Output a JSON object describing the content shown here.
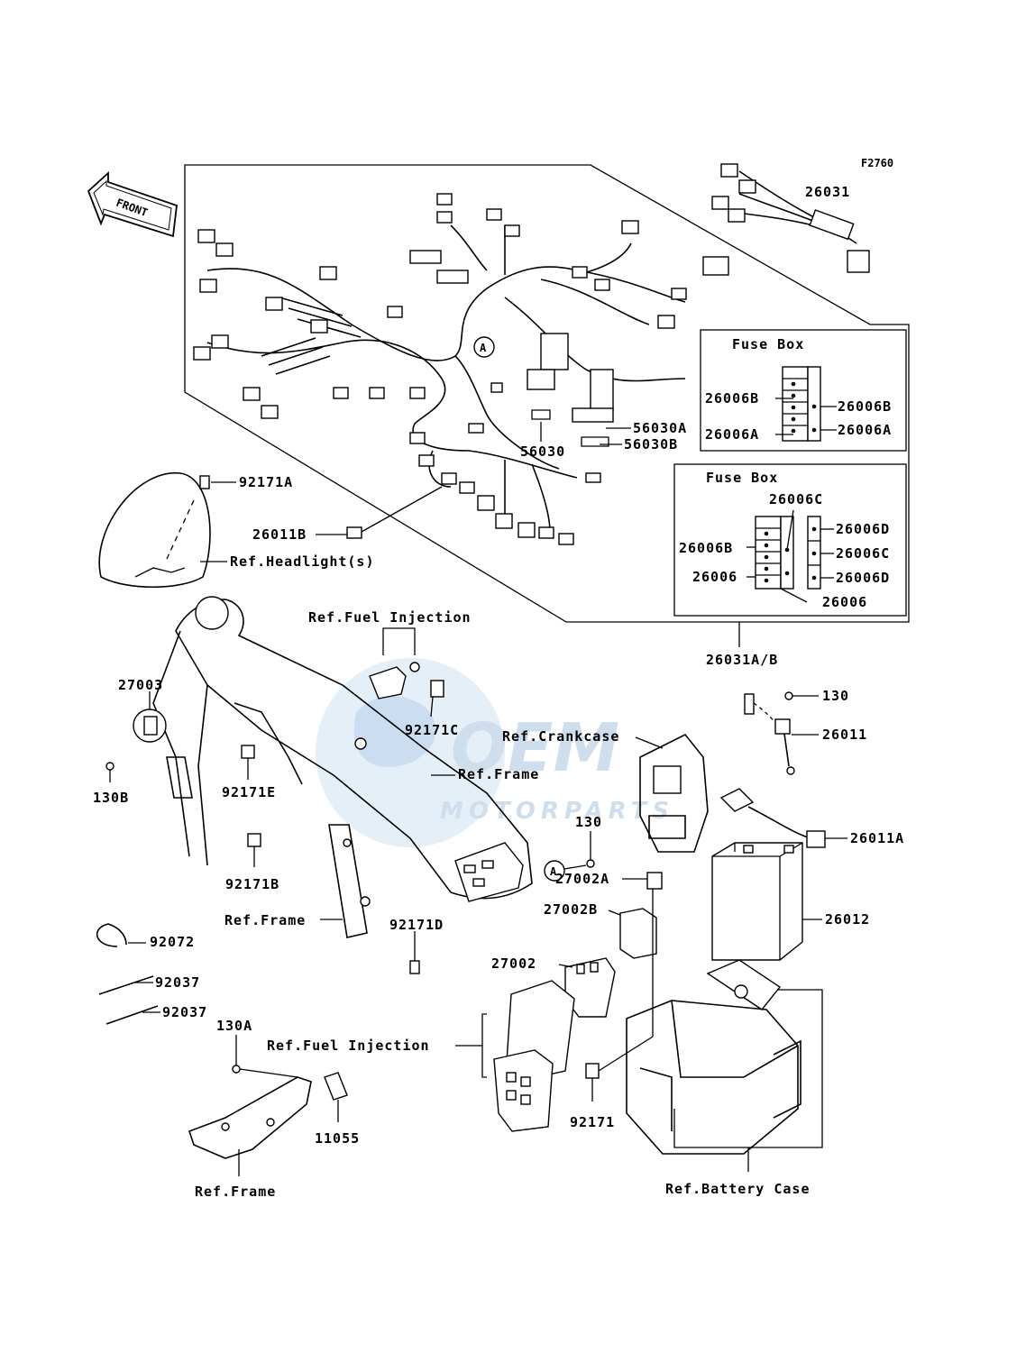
{
  "figure_code": "F2760",
  "front_label": "FRONT",
  "fuse_box_1": {
    "title": "Fuse Box",
    "labels": [
      "26006B",
      "26006B",
      "26006A",
      "26006A"
    ]
  },
  "fuse_box_2": {
    "title": "Fuse Box",
    "labels": [
      "26006C",
      "26006D",
      "26006B",
      "26006C",
      "26006",
      "26006D",
      "26006"
    ]
  },
  "labels": {
    "p26031": "26031",
    "p26031ab": "26031A/B",
    "p56030a": "56030A",
    "p56030": "56030",
    "p56030b": "56030B",
    "p92171a": "92171A",
    "p26011b": "26011B",
    "ref_headlight": "Ref.Headlight(s)",
    "ref_fuel_injection_1": "Ref.Fuel Injection",
    "p27003": "27003",
    "p130b": "130B",
    "p92171e": "92171E",
    "p92171c": "92171C",
    "ref_frame_1": "Ref.Frame",
    "p92171b": "92171B",
    "ref_crankcase": "Ref.Crankcase",
    "p130_1": "130",
    "p26011": "26011",
    "p130_2": "130",
    "p26011a": "26011A",
    "p27002a": "27002A",
    "p26012": "26012",
    "p27002b": "27002B",
    "ref_frame_2": "Ref.Frame",
    "p92171d": "92171D",
    "p92072": "92072",
    "p92037_1": "92037",
    "p92037_2": "92037",
    "p27002": "27002",
    "p130a": "130A",
    "ref_fuel_injection_2": "Ref.Fuel Injection",
    "p11055": "11055",
    "p92171": "92171",
    "ref_frame_3": "Ref.Frame",
    "ref_battery_case": "Ref.Battery Case",
    "ref_a_1": "A",
    "ref_a_2": "A"
  },
  "watermark": {
    "brand": "OEM",
    "sub": "MOTORPARTS"
  }
}
